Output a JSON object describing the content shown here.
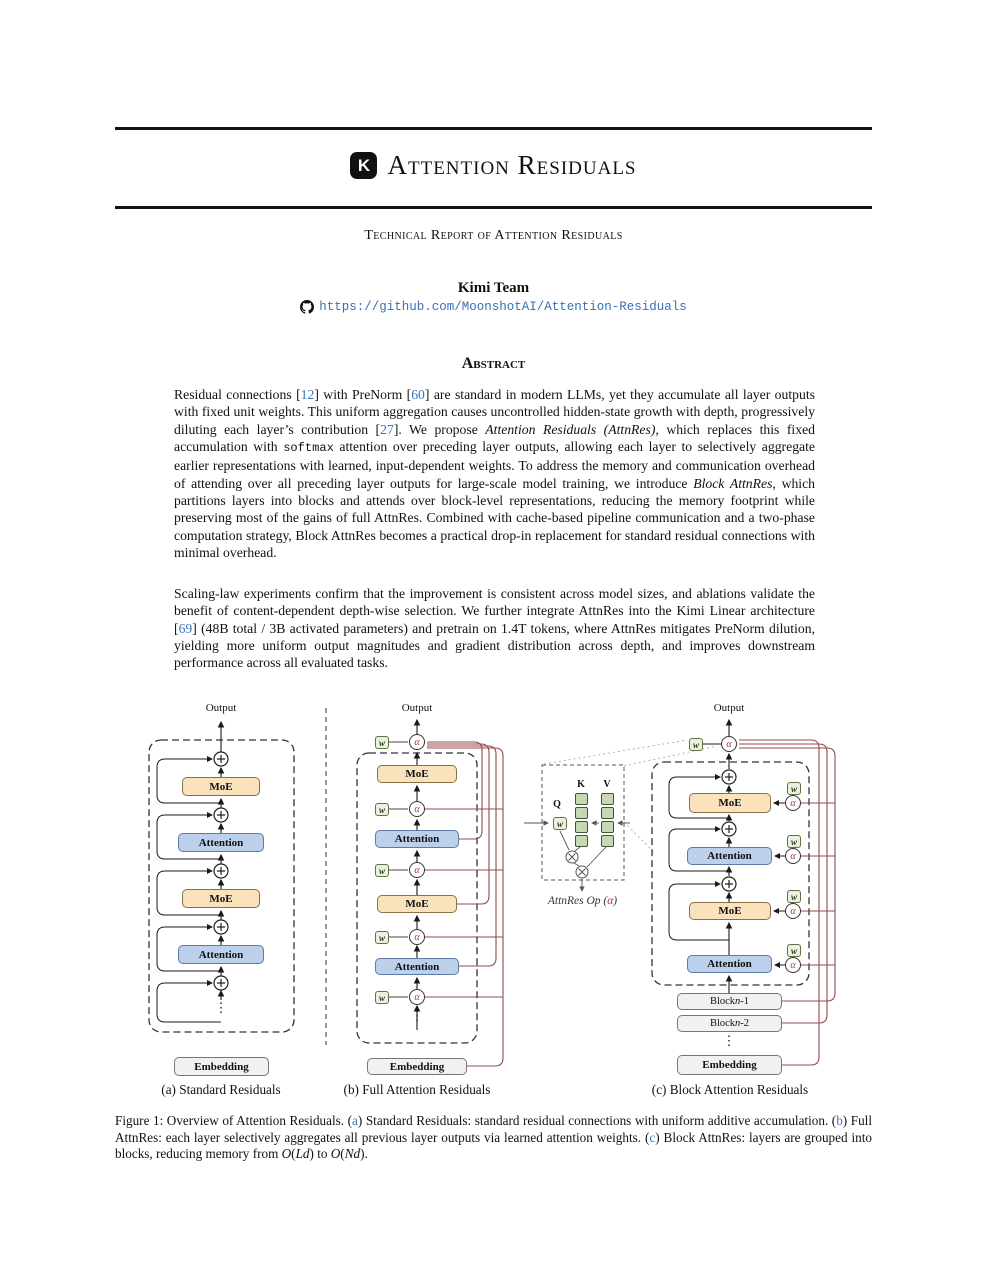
{
  "header": {
    "title": "Attention Residuals",
    "logo_letter": "K",
    "subtitle": "Technical Report of Attention Residuals",
    "author": "Kimi Team",
    "repo_url": "https://github.com/MoonshotAI/Attention-Residuals"
  },
  "abstract": {
    "heading": "Abstract",
    "p1": [
      {
        "t": "Residual connections ["
      },
      {
        "t": "12",
        "c": "blue"
      },
      {
        "t": "] with PreNorm ["
      },
      {
        "t": "60",
        "c": "blue"
      },
      {
        "t": "] are standard in modern LLMs, yet they accumulate all layer outputs with fixed unit weights. This uniform aggregation causes uncontrolled hidden-state growth with depth, progressively diluting each layer’s contribution ["
      },
      {
        "t": "27",
        "c": "blue"
      },
      {
        "t": "]. We propose "
      },
      {
        "t": "Attention Residuals (AttnRes)",
        "c": "i"
      },
      {
        "t": ", which replaces this fixed accumulation with "
      },
      {
        "t": "softmax",
        "c": "mono"
      },
      {
        "t": " attention over preceding layer outputs, allowing each layer to selectively aggregate earlier representations with learned, input-dependent weights. To address the memory and communication overhead of attending over all preceding layer outputs for large-scale model training, we introduce "
      },
      {
        "t": "Block AttnRes",
        "c": "i"
      },
      {
        "t": ", which partitions layers into blocks and attends over block-level representations, reducing the memory footprint while preserving most of the gains of full AttnRes. Combined with cache-based pipeline communication and a two-phase computation strategy, Block AttnRes becomes a practical drop-in replacement for standard residual connections with minimal overhead."
      }
    ],
    "p2": [
      {
        "t": "Scaling-law experiments confirm that the improvement is consistent across model sizes, and ablations validate the benefit of content-dependent depth-wise selection. We further integrate AttnRes into the Kimi Linear architecture ["
      },
      {
        "t": "69",
        "c": "blue"
      },
      {
        "t": "] (48B total / 3B activated parameters) and pretrain on 1.4T tokens, where AttnRes mitigates PreNorm dilution, yielding more uniform output magnitudes and gradient distribution across depth, and improves downstream performance across all evaluated tasks."
      }
    ]
  },
  "figure": {
    "labels": {
      "output": "Output",
      "moe": "MoE",
      "attention": "Attention",
      "embedding": "Embedding",
      "w": "w",
      "alpha": "α",
      "q": "Q",
      "k": "K",
      "v": "V",
      "dots": "⋮"
    },
    "block_n1": [
      {
        "t": "Block "
      },
      {
        "t": "n",
        "c": "i"
      },
      {
        "t": "-1"
      }
    ],
    "block_n2": [
      {
        "t": "Block "
      },
      {
        "t": "n",
        "c": "i"
      },
      {
        "t": "-2"
      }
    ],
    "attnres_op": [
      {
        "t": "AttnRes Op (",
        "c": "i"
      },
      {
        "t": "α",
        "c": "ired"
      },
      {
        "t": ")",
        "c": "i"
      }
    ],
    "captions": {
      "a": "(a) Standard Residuals",
      "b": "(b) Full Attention Residuals",
      "c": "(c) Block Attention Residuals"
    },
    "colors": {
      "moe_fill": "#fae3bc",
      "attention_fill": "#bccfeb",
      "w_fill": "#eaf1df",
      "kv_cell_fill": "#c6d8b4",
      "residual_line": "#8f4c4b",
      "alpha_glyph": "#a23b3b",
      "link_blue": "#3b74ba"
    }
  },
  "fig_caption": [
    {
      "t": "Figure 1: Overview of Attention Residuals. ("
    },
    {
      "t": "a",
      "c": "blue"
    },
    {
      "t": ") Standard Residuals: standard residual connections with uniform additive accumulation. ("
    },
    {
      "t": "b",
      "c": "blue"
    },
    {
      "t": ") Full AttnRes: each layer selectively aggregates all previous layer outputs via learned attention weights. ("
    },
    {
      "t": "c",
      "c": "blue"
    },
    {
      "t": ") Block AttnRes: layers are grouped into blocks, reducing memory from "
    },
    {
      "t": "O",
      "c": "i"
    },
    {
      "t": "("
    },
    {
      "t": "Ld",
      "c": "i"
    },
    {
      "t": ") to "
    },
    {
      "t": "O",
      "c": "i"
    },
    {
      "t": "("
    },
    {
      "t": "Nd",
      "c": "i"
    },
    {
      "t": ")."
    }
  ]
}
